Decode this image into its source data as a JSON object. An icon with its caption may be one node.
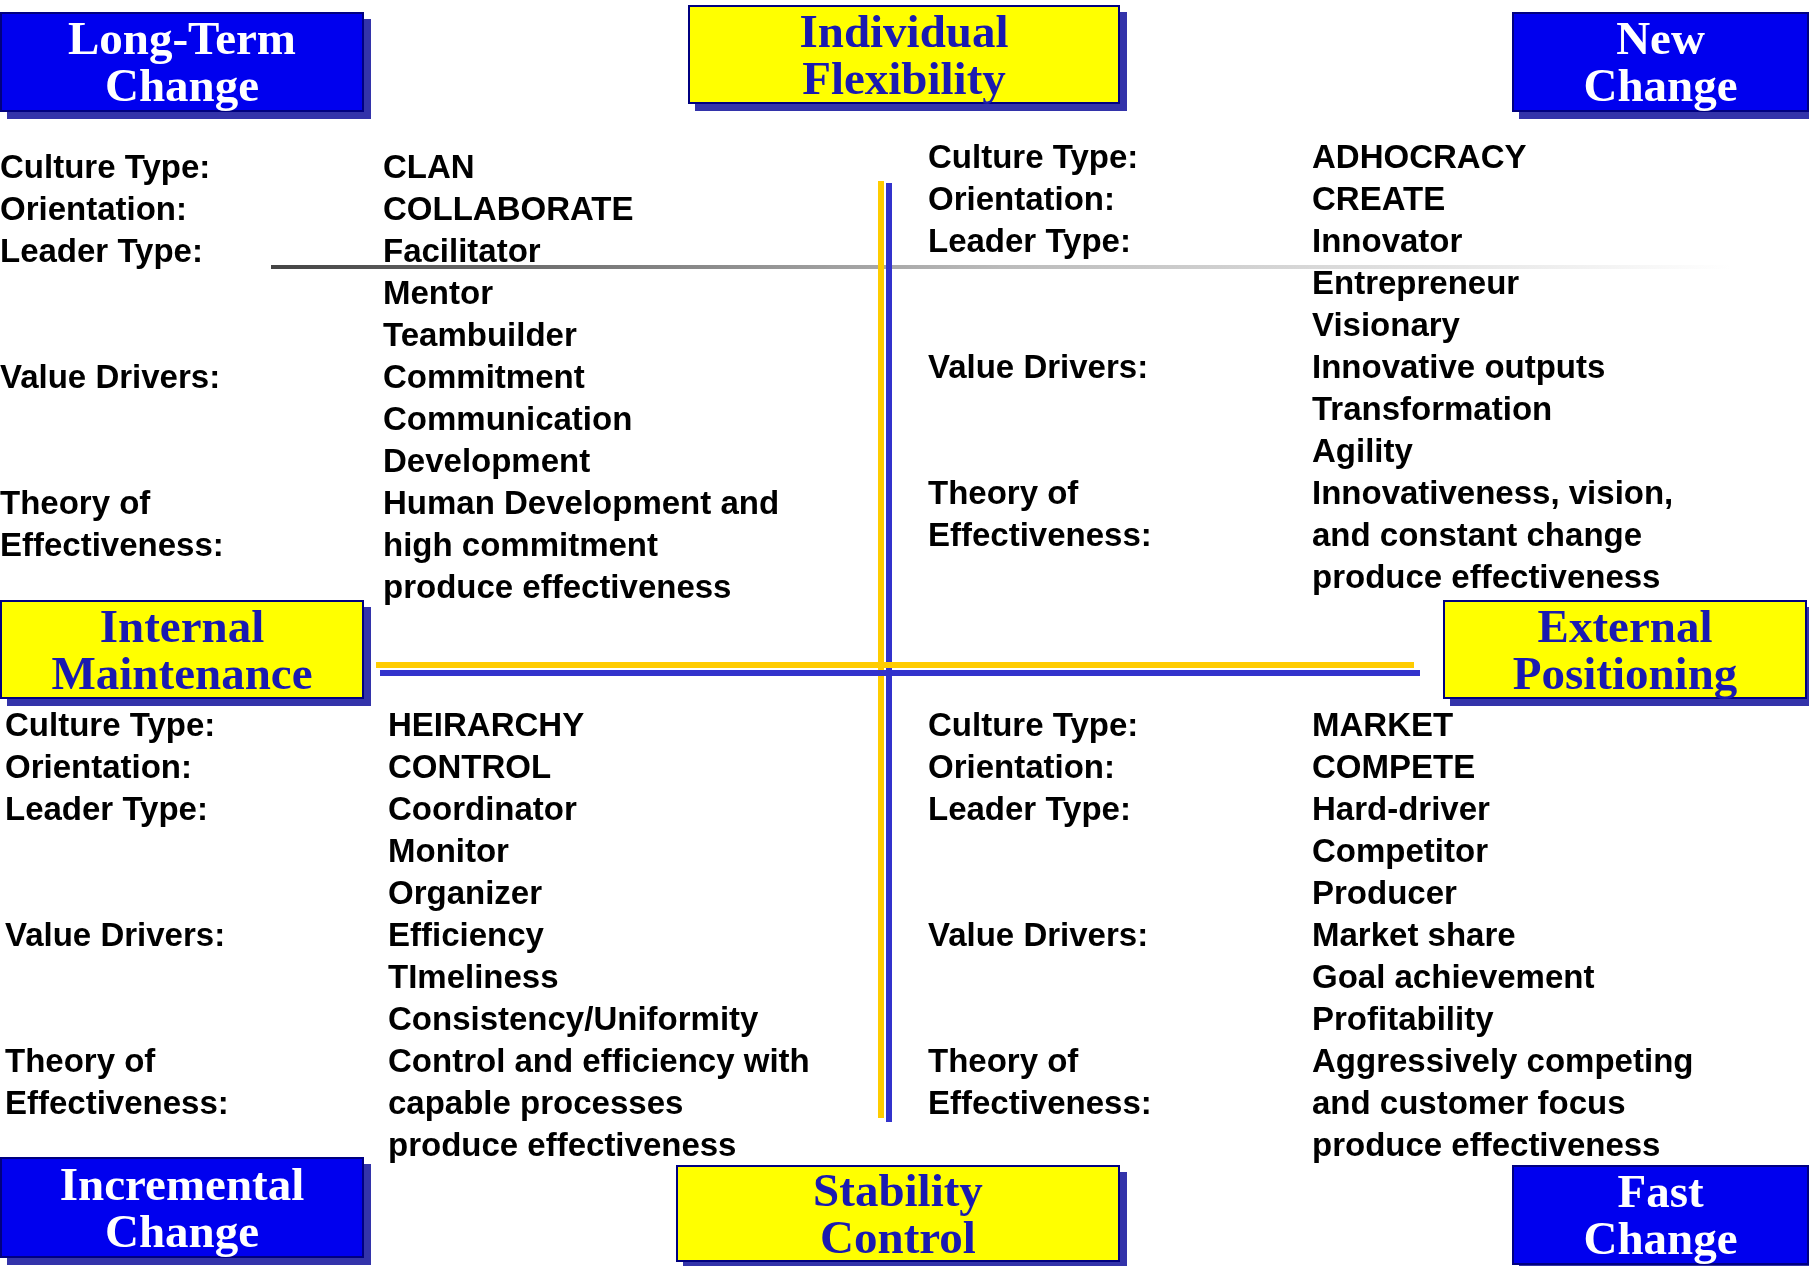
{
  "diagram": {
    "nodes": [
      {
        "text": [
          "Long-Term Change"
        ]
      },
      {
        "text": [
          "Individual Flexibility"
        ]
      },
      {
        "text": [
          "New Change"
        ]
      },
      {
        "text": [
          "Internal Maintenance"
        ]
      },
      {
        "text": [
          "External Positioning"
        ]
      },
      {
        "text": [
          "Incremental Change"
        ]
      },
      {
        "text": [
          "Stability Control"
        ]
      },
      {
        "text": [
          "Fast Change"
        ]
      }
    ],
    "labels": [
      "Culture Type:",
      "CLAN",
      "Orientation:",
      "COLLABORATE",
      "Leader Type:",
      "Facilitator",
      "Mentor",
      "Teambuilder",
      "Value Drivers:",
      "Commitment",
      "Communication",
      "Development",
      "Theory of Effectiveness:",
      "Human Development and high commitment produce effectiveness",
      "Culture Type:",
      "ADHOCRACY",
      "Orientation:",
      "CREATE",
      "Leader Type:",
      "Innovator",
      "Entrepreneur",
      "Visionary",
      "Value Drivers:",
      "Innovative outputs",
      "Transformation",
      "Agility",
      "Theory of Effectiveness:",
      "Innovativeness, vision, and constant change produce effectiveness",
      "Culture Type:",
      "HEIRARCHY",
      "Orientation:",
      "CONTROL",
      "Leader Type:",
      "Coordinator",
      "Monitor",
      "Organizer",
      "Value Drivers:",
      "Efficiency",
      "TImeliness",
      "Consistency/Uniformity",
      "Theory of Effectiveness:",
      "Control and efficiency with capable processes produce effectiveness",
      "Culture Type:",
      "MARKET",
      "Orientation:",
      "COMPETE",
      "Leader Type:",
      "Hard-driver",
      "Competitor",
      "Producer",
      "Value Drivers:",
      "Market share",
      "Goal achievement",
      "Profitability",
      "Theory of Effectiveness:",
      "Aggressively competing and customer focus produce effectiveness"
    ]
  }
}
